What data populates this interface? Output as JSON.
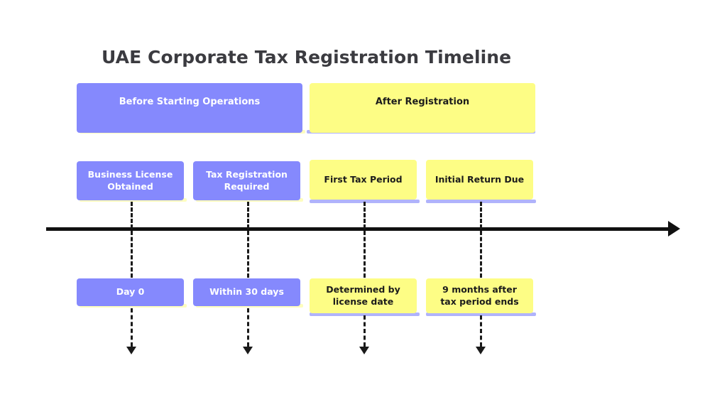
{
  "title": "UAE Corporate Tax Registration Timeline",
  "colors": {
    "purple": "#8589fd",
    "yellow": "#fdfd85",
    "purple_shadow": "#fdfdbe",
    "yellow_shadow": "#b0b3fb",
    "axis": "#111111",
    "title_text": "#3b3b40"
  },
  "sections": [
    {
      "label": "Before Starting Operations",
      "color": "purple"
    },
    {
      "label": "After Registration",
      "color": "yellow"
    }
  ],
  "events": [
    {
      "label": "Business License\nObtained",
      "color": "purple"
    },
    {
      "label": "Tax Registration\nRequired",
      "color": "purple"
    },
    {
      "label": "First Tax Period",
      "color": "yellow"
    },
    {
      "label": "Initial Return Due",
      "color": "yellow"
    }
  ],
  "details": [
    {
      "label": "Day 0",
      "color": "purple"
    },
    {
      "label": "Within 30 days",
      "color": "purple"
    },
    {
      "label": "Determined by\nlicense date",
      "color": "yellow"
    },
    {
      "label": "9 months after\ntax period ends",
      "color": "yellow"
    }
  ],
  "axis": {
    "direction": "left-to-right",
    "arrow_icon": "arrow-right-icon"
  },
  "connectors": {
    "style": "dashed",
    "arrow_icon": "arrow-down-icon",
    "count": 4
  }
}
